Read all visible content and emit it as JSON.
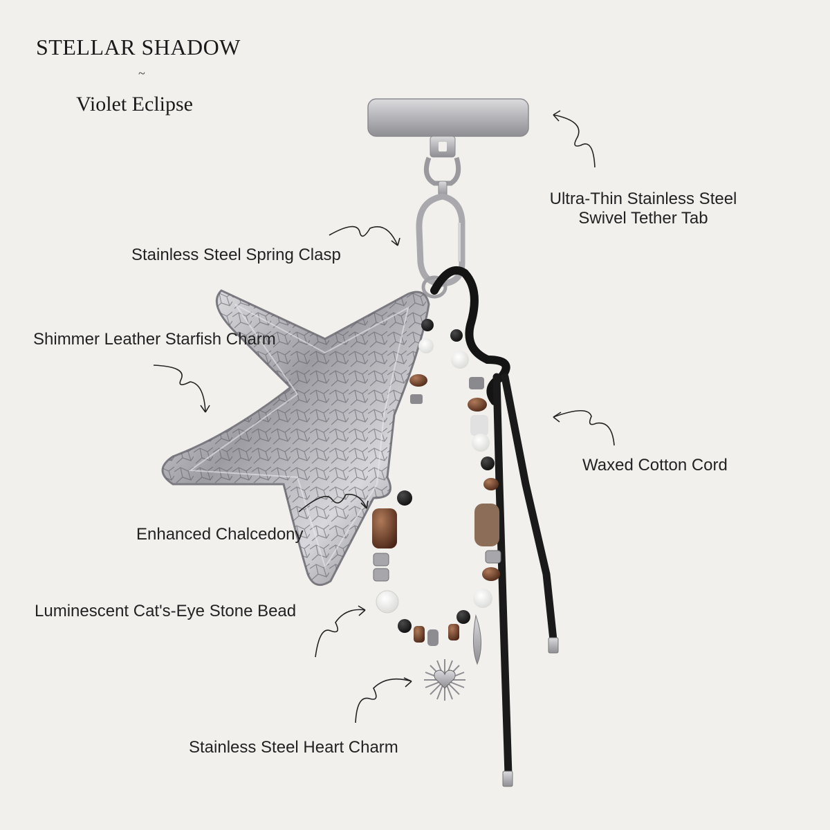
{
  "header": {
    "title": "STELLAR SHADOW",
    "tilde": "~",
    "subtitle": "Violet Eclipse"
  },
  "labels": {
    "tether_tab_line1": "Ultra-Thin Stainless Steel",
    "tether_tab_line2": "Swivel Tether Tab",
    "spring_clasp": "Stainless Steel Spring Clasp",
    "starfish_charm": "Shimmer Leather Starfish Charm",
    "waxed_cord": "Waxed Cotton Cord",
    "chalcedony": "Enhanced Chalcedony",
    "cats_eye": "Luminescent Cat's-Eye Stone Bead",
    "heart_charm": "Stainless Steel Heart Charm"
  },
  "colors": {
    "background": "#f2f0ed",
    "text": "#1f1f1f",
    "steel": "#b8b8bc",
    "cord": "#141414",
    "brown_bead": "#6b3a24",
    "white_bead": "#f4f4f2"
  }
}
